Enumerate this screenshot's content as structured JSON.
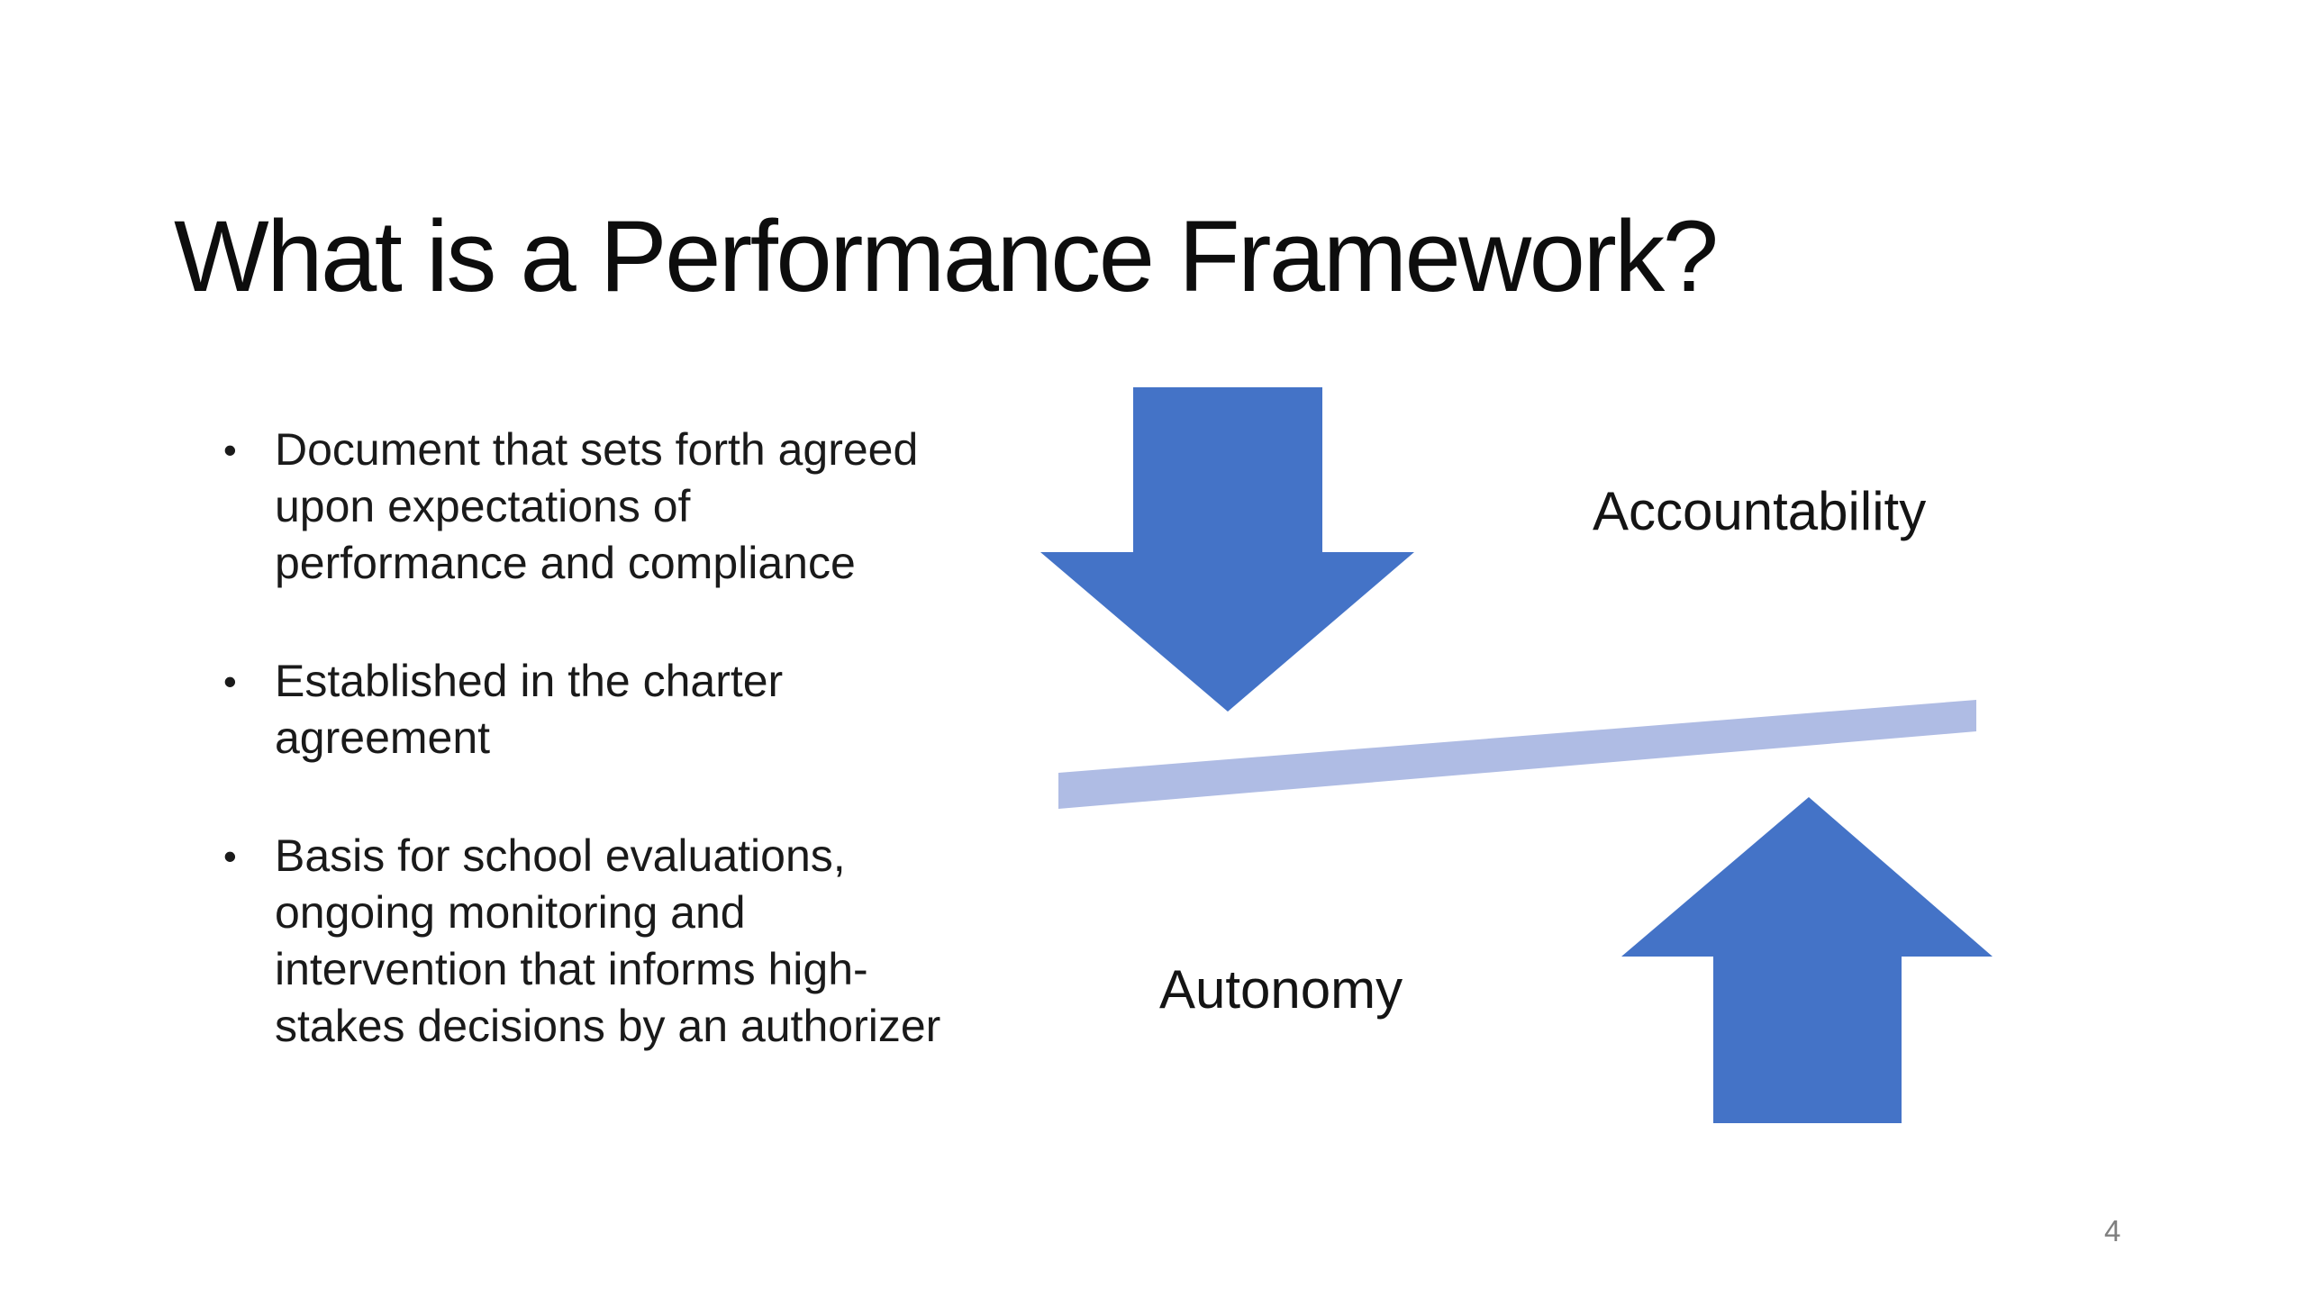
{
  "slide": {
    "title": "What is a Performance Framework?",
    "bullet_char": "•",
    "bullets": [
      "Document that sets forth agreed\nupon expectations of\nperformance and compliance",
      "Established in the charter\nagreement",
      "Basis for school evaluations,\nongoing monitoring and\nintervention that informs high-\nstakes decisions by an authorizer"
    ],
    "diagram": {
      "top_label": "Accountability",
      "bottom_label": "Autonomy"
    },
    "colors": {
      "arrow_blue": "#4473C7",
      "seesaw_bar_blue": "#AFBCE4",
      "slide_number_gray": "#7F7F7F"
    },
    "slide_number": "4"
  }
}
